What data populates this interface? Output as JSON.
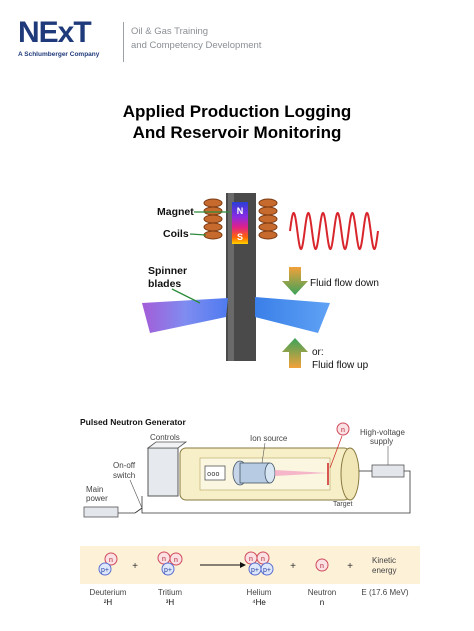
{
  "header": {
    "logo_text": "NExT",
    "logo_subtext": "A Schlumberger Company",
    "tagline_line1": "Oil & Gas Training",
    "tagline_line2": "and Competency Development"
  },
  "title": {
    "line1": "Applied Production Logging",
    "line2": "And Reservoir Monitoring"
  },
  "spinner_figure": {
    "magnet_label": "Magnet",
    "coils_label": "Coils",
    "spinner_label_line1": "Spinner",
    "spinner_label_line2": "blades",
    "pole_n": "N",
    "pole_s": "S",
    "flow_down_label": "Fluid flow down",
    "flow_up_label_line1": "or:",
    "flow_up_label_line2": "Fluid flow up"
  },
  "neutron_figure": {
    "title": "Pulsed Neutron Generator",
    "controls_label": "Controls",
    "ion_source_label": "Ion source",
    "high_voltage_line1": "High-voltage",
    "high_voltage_line2": "supply",
    "onoff_line1": "On-off",
    "onoff_line2": "switch",
    "main_power_line1": "Main",
    "main_power_line2": "power",
    "target_label": "Target",
    "neutron_symbol": "n"
  },
  "reaction": {
    "deuterium_name": "Deuterium",
    "deuterium_symbol": "²H",
    "tritium_name": "Tritium",
    "tritium_symbol": "³H",
    "helium_name": "Helium",
    "helium_symbol": "⁴He",
    "neutron_name": "Neutron",
    "neutron_symbol": "n",
    "energy_name": "E (17.6 MeV)",
    "kinetic_line1": "Kinetic",
    "kinetic_line2": "energy",
    "plus": "+",
    "particle_n": "n",
    "particle_p": "p+"
  },
  "colors": {
    "brand_blue": "#1f3a7a",
    "arrow_orange": "#f2a13a",
    "arrow_green": "#3aa35a",
    "wave_red": "#d8262c",
    "tool_gray": "#4a4a4a",
    "reaction_bg": "#fdf1d8"
  }
}
